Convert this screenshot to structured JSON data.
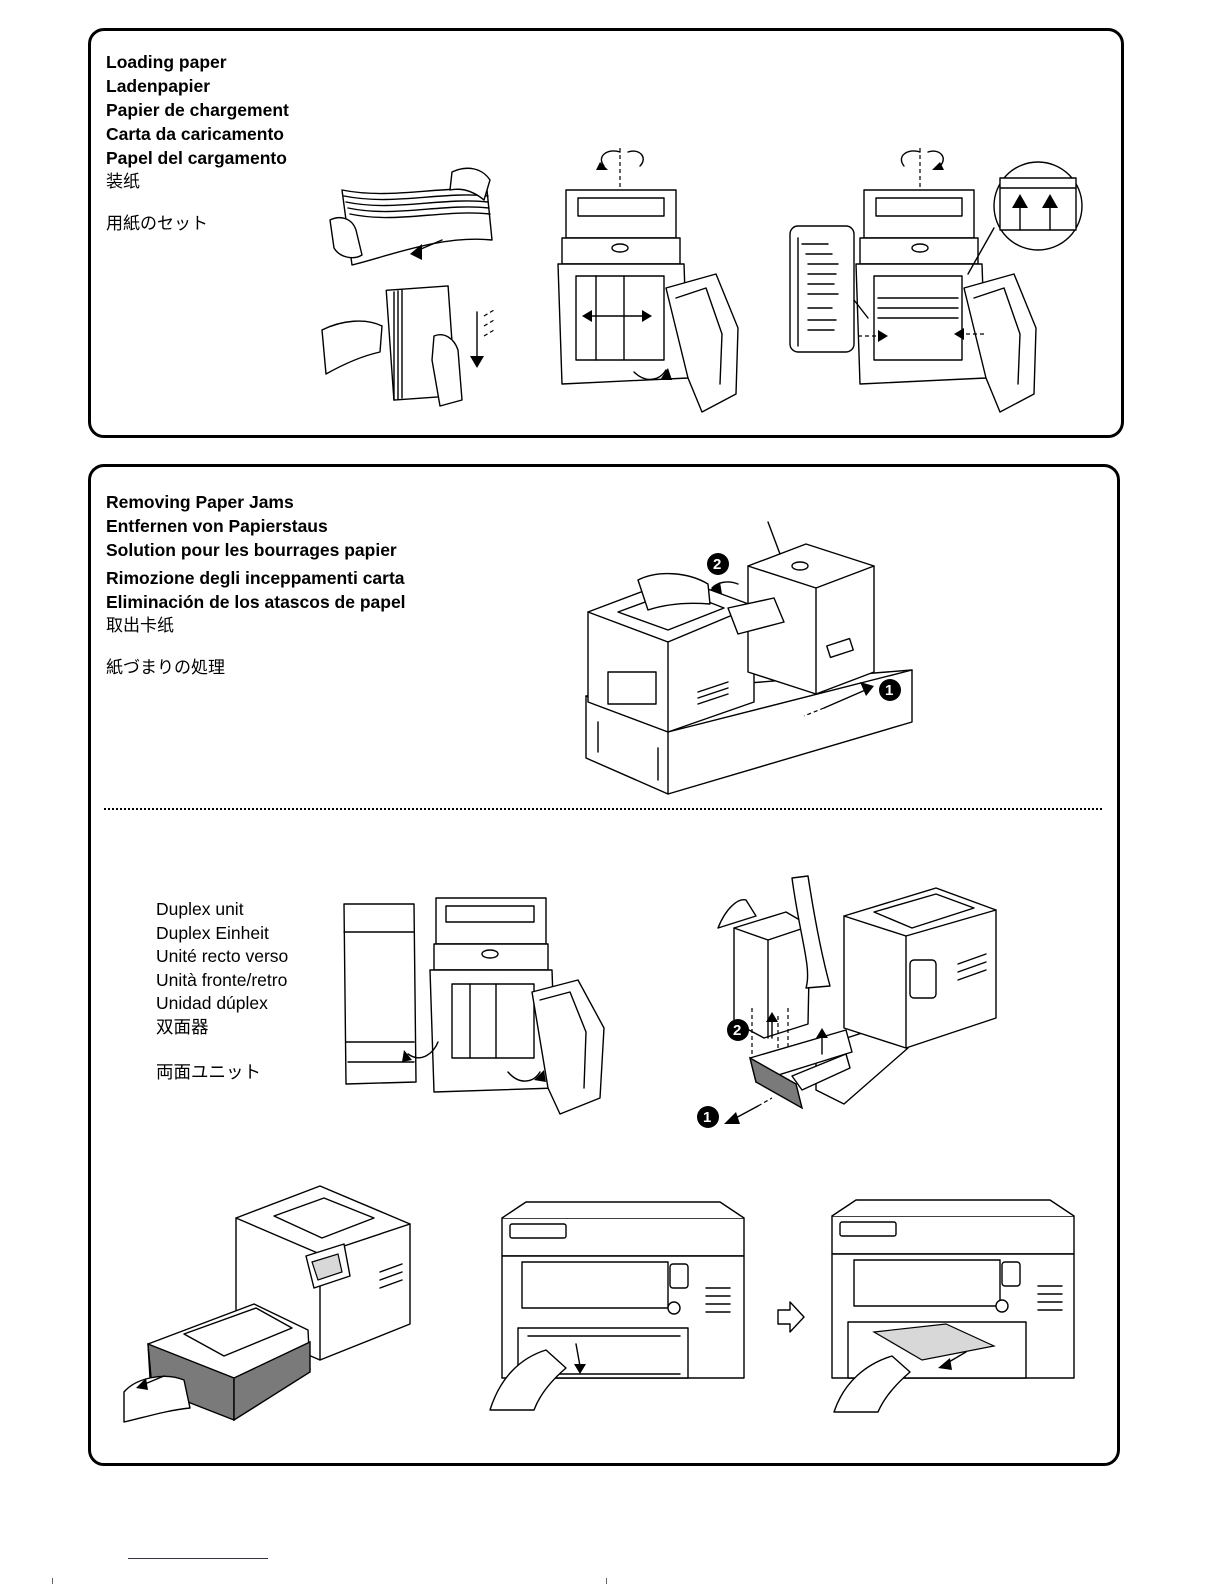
{
  "loading_paper": {
    "headings": [
      "Loading paper",
      "Ladenpapier",
      "Papier de chargement",
      "Carta da caricamento",
      "Papel del cargamento"
    ],
    "chinese": "装纸",
    "japanese": "用紙のセット"
  },
  "paper_jams": {
    "headings": [
      "Removing Paper Jams",
      "Entfernen von Papierstaus",
      "Solution pour les bourrages papier",
      "Rimozione degli inceppamenti carta",
      "Eliminación de los atascos de papel"
    ],
    "chinese": "取出卡纸",
    "japanese": "紙づまりの処理",
    "step_markers": [
      "1",
      "2"
    ]
  },
  "duplex_unit": {
    "labels": [
      "Duplex unit",
      "Duplex Einheit",
      "Unité recto verso",
      "Unità fronte/retro",
      "Unidad dúplex",
      "双面器"
    ],
    "japanese": "両面ユニット",
    "step_markers": [
      "1",
      "2"
    ]
  },
  "icons": {
    "rotate": "rotate-arrow-icon",
    "paper_up": "paper-orientation-up-arrows-icon",
    "next": "next-step-arrow-icon",
    "step": "numbered-step-badge-icon"
  }
}
